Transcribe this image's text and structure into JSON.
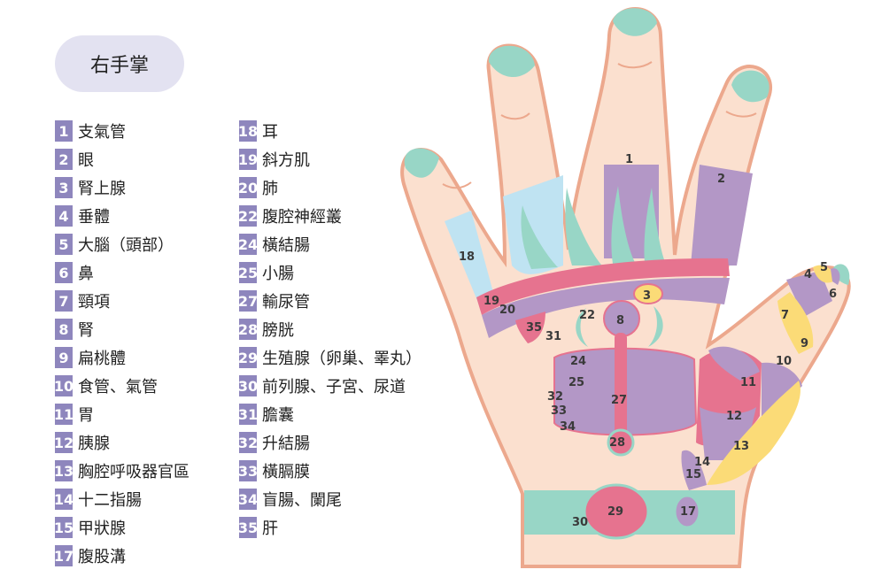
{
  "title": "右手掌",
  "legend": [
    {
      "num": "1",
      "label": "支氣管"
    },
    {
      "num": "2",
      "label": "眼"
    },
    {
      "num": "3",
      "label": "腎上腺"
    },
    {
      "num": "4",
      "label": "垂體"
    },
    {
      "num": "5",
      "label": "大腦（頭部）"
    },
    {
      "num": "6",
      "label": "鼻"
    },
    {
      "num": "7",
      "label": "頸項"
    },
    {
      "num": "8",
      "label": "腎"
    },
    {
      "num": "9",
      "label": "扁桃體"
    },
    {
      "num": "10",
      "label": "食管、氣管"
    },
    {
      "num": "11",
      "label": "胃"
    },
    {
      "num": "12",
      "label": "胰腺"
    },
    {
      "num": "13",
      "label": "胸腔呼吸器官區"
    },
    {
      "num": "14",
      "label": "十二指腸"
    },
    {
      "num": "15",
      "label": "甲狀腺"
    },
    {
      "num": "17",
      "label": "腹股溝"
    },
    {
      "num": "18",
      "label": "耳"
    },
    {
      "num": "19",
      "label": "斜方肌"
    },
    {
      "num": "20",
      "label": "肺"
    },
    {
      "num": "22",
      "label": "腹腔神經叢"
    },
    {
      "num": "24",
      "label": "橫結腸"
    },
    {
      "num": "25",
      "label": "小腸"
    },
    {
      "num": "27",
      "label": "輸尿管"
    },
    {
      "num": "28",
      "label": "膀胱"
    },
    {
      "num": "29",
      "label": "生殖腺（卵巢、睪丸）"
    },
    {
      "num": "30",
      "label": "前列腺、子宮、尿道"
    },
    {
      "num": "31",
      "label": "膽囊"
    },
    {
      "num": "32",
      "label": "升結腸"
    },
    {
      "num": "33",
      "label": "橫膈膜"
    },
    {
      "num": "34",
      "label": "盲腸、闌尾"
    },
    {
      "num": "35",
      "label": "肝"
    }
  ],
  "hand_labels": {
    "l1": "1",
    "l2": "2",
    "l3": "3",
    "l4": "4",
    "l5": "5",
    "l6": "6",
    "l7": "7",
    "l8": "8",
    "l9": "9",
    "l10": "10",
    "l11": "11",
    "l12": "12",
    "l13": "13",
    "l14": "14",
    "l15": "15",
    "l17": "17",
    "l18": "18",
    "l19": "19",
    "l20": "20",
    "l22": "22",
    "l24": "24",
    "l25": "25",
    "l27": "27",
    "l28": "28",
    "l29": "29",
    "l30": "30",
    "l31": "31",
    "l32": "32",
    "l33": "33",
    "l34": "34",
    "l35": "35"
  },
  "colors": {
    "skin": "#fbe0cf",
    "outline": "#eca88d",
    "nail": "#98d6c6",
    "lavender": "#b397c6",
    "pink": "#e6738f",
    "lightblue": "#bfe3f2",
    "yellow": "#fbdb77",
    "mint": "#98d6c6",
    "badge": "#8e86bd"
  }
}
